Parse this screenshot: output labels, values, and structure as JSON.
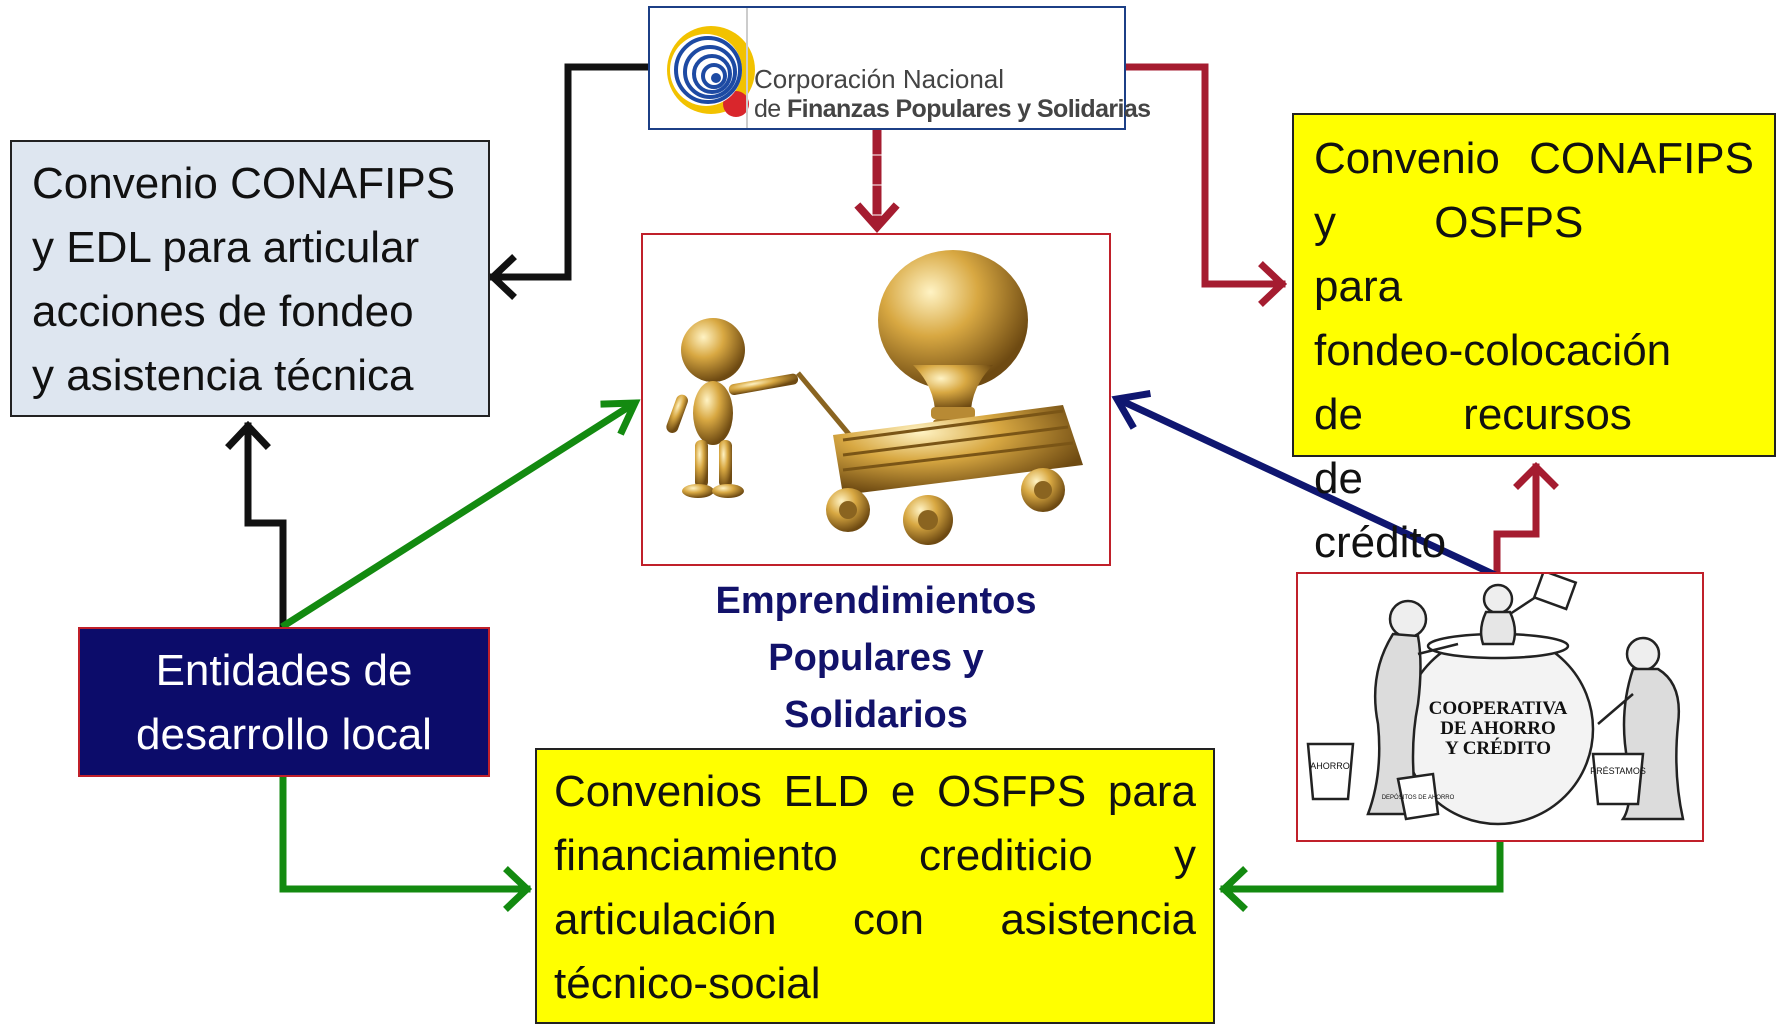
{
  "logo": {
    "line1": "Corporación Nacional",
    "line2_prefix": "de ",
    "line2_bold": "Finanzas Populares y Solidarias"
  },
  "box_conafips_edl": {
    "lines": [
      "Convenio CONAFIPS",
      "y EDL para articular",
      "acciones de fondeo",
      "y asistencia técnica"
    ]
  },
  "box_conafips_osfps": {
    "lines": [
      "Convenio CONAFIPS",
      "y OSFPS para",
      "fondeo-colocación",
      "de recursos de",
      "crédito"
    ]
  },
  "center": {
    "caption_lines": [
      "Emprendimientos",
      "Populares y",
      "Solidarios"
    ]
  },
  "entidades": {
    "lines": [
      "Entidades de",
      "desarrollo local"
    ]
  },
  "box_eld_osfps": {
    "lines": [
      "Convenios ELD e OSFPS para",
      "financiamiento crediticio y",
      "articulación con asistencia",
      "técnico-social"
    ]
  },
  "cooperativa": {
    "sign_lines": [
      "COOPERATIVA",
      "DE AHORRO",
      "Y CRÉDITO"
    ],
    "bucket_left": "AHORRO",
    "bucket_right": "PRÉSTAMOS",
    "bucket_center": "DEPÓSITOS DE AHORRO"
  },
  "colors": {
    "black": "#111111",
    "red": "#a51c30",
    "green": "#138a10",
    "navy": "#0f1670",
    "yellow": "#ffff00",
    "light_blue": "#dee6f0",
    "gold": "#c79a3a"
  }
}
